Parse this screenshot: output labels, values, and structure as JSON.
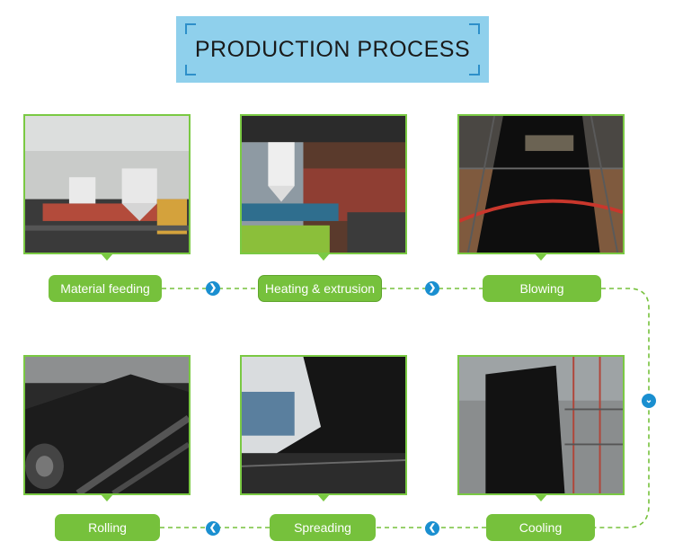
{
  "title": "PRODUCTION PROCESS",
  "steps": [
    {
      "label": "Material feeding"
    },
    {
      "label": "Heating & extrusion"
    },
    {
      "label": "Blowing"
    },
    {
      "label": "Cooling"
    },
    {
      "label": "Spreading"
    },
    {
      "label": "Rolling"
    }
  ],
  "colors": {
    "accent_green": "#76c13c",
    "title_bg": "#8fd0ec",
    "arrow_blue": "#1a8fd0"
  }
}
